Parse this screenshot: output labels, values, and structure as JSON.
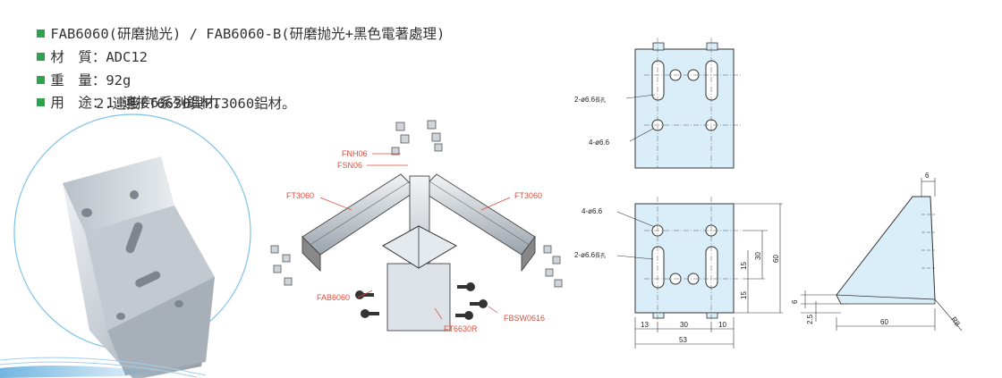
{
  "specs": {
    "model": "FAB6060(研磨抛光) / FAB6060-B(研磨抛光+黑色電著處理)",
    "material_label": "材　質：",
    "material_value": "ADC12",
    "weight_label": "重　量：",
    "weight_value": "92g",
    "usage_label": "用　途：",
    "usage_1": "1.連接6系列鋁材。",
    "usage_2": "2.連接FT6630與FT3060鋁材。"
  },
  "assembly_callouts": {
    "fnh": "FNH06",
    "fsn": "FSN06",
    "ft3060_left": "FT3060",
    "ft3060_right": "FT3060",
    "fab": "FAB6060",
    "fbsw": "FBSW0616",
    "ft6630": "FT6630R"
  },
  "drawing_top": {
    "slot_note": "2-ø6.6",
    "slot_suffix": "長孔",
    "hole_note": "4-ø6.6"
  },
  "drawing_bottom": {
    "hole_note": "4-ø6.6",
    "slot_note": "2-ø6.6",
    "slot_suffix": "長孔",
    "dim_13": "13",
    "dim_30": "30",
    "dim_10": "10",
    "dim_53": "53",
    "dim_15a": "15",
    "dim_30v": "30",
    "dim_60v": "60",
    "dim_15b": "15"
  },
  "drawing_side": {
    "dim_6_top": "6",
    "dim_6_left": "6",
    "dim_2_5": "2.5",
    "dim_60": "60",
    "dim_r8": "R8"
  },
  "colors": {
    "bullet": "#2ca34c",
    "plate": "#d9eef8",
    "callout": "#e04a3a"
  }
}
